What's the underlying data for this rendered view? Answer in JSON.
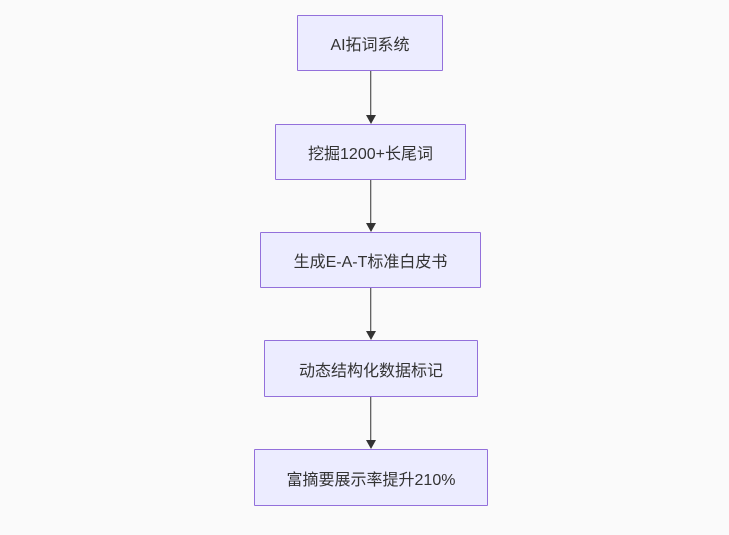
{
  "diagram": {
    "type": "flowchart",
    "direction": "top-down",
    "nodes": [
      {
        "id": "A",
        "label": "AI拓词系统"
      },
      {
        "id": "B",
        "label": "挖掘1200+长尾词"
      },
      {
        "id": "C",
        "label": "生成E-A-T标准白皮书"
      },
      {
        "id": "D",
        "label": "动态结构化数据标记"
      },
      {
        "id": "E",
        "label": "富摘要展示率提升210%"
      }
    ],
    "edges": [
      {
        "from": "A",
        "to": "B",
        "style": "arrow-down"
      },
      {
        "from": "B",
        "to": "C",
        "style": "arrow-down"
      },
      {
        "from": "C",
        "to": "D",
        "style": "arrow-down"
      },
      {
        "from": "D",
        "to": "E",
        "style": "arrow-down"
      }
    ],
    "colors": {
      "background": "#fafafa",
      "node_fill": "#ECECFF",
      "node_border": "#9370DB",
      "edge": "#333333",
      "text": "#333333"
    }
  }
}
